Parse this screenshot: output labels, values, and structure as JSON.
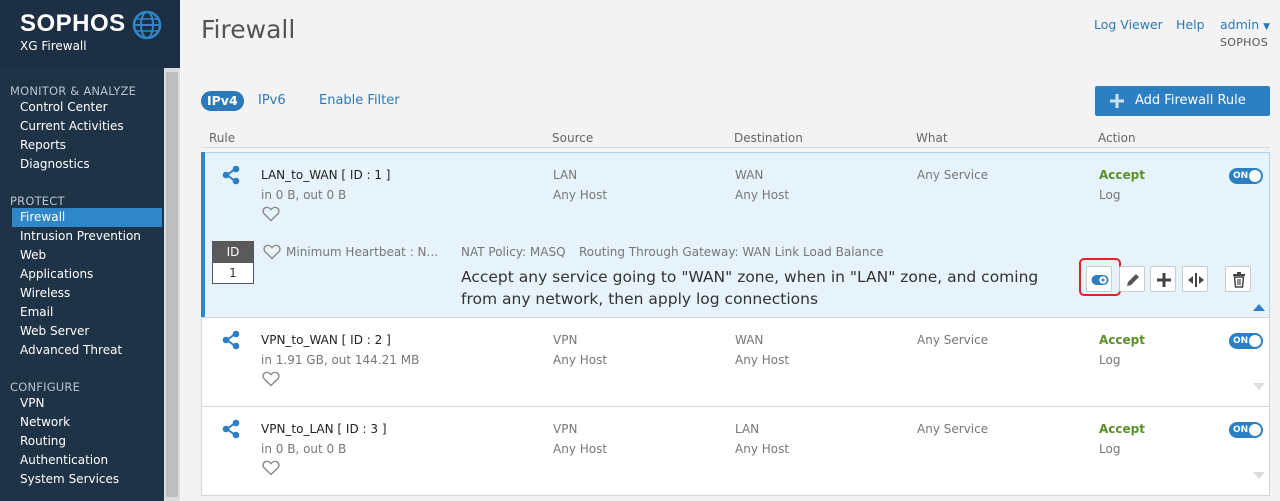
{
  "brand": {
    "name": "SOPHOS",
    "product": "XG Firewall"
  },
  "nav": {
    "sections": [
      {
        "title": "MONITOR & ANALYZE",
        "items": [
          "Control Center",
          "Current Activities",
          "Reports",
          "Diagnostics"
        ]
      },
      {
        "title": "PROTECT",
        "items": [
          "Firewall",
          "Intrusion Prevention",
          "Web",
          "Applications",
          "Wireless",
          "Email",
          "Web Server",
          "Advanced Threat"
        ]
      },
      {
        "title": "CONFIGURE",
        "items": [
          "VPN",
          "Network",
          "Routing",
          "Authentication",
          "System Services"
        ]
      }
    ],
    "active": "Firewall"
  },
  "header": {
    "title": "Firewall",
    "links": {
      "log_viewer": "Log Viewer",
      "help": "Help",
      "user": "admin"
    },
    "org": "SOPHOS"
  },
  "tabs": {
    "ipv4": "IPv4",
    "ipv6": "IPv6",
    "filter": "Enable Filter"
  },
  "add_button": "Add Firewall Rule",
  "columns": {
    "rule": "Rule",
    "source": "Source",
    "destination": "Destination",
    "what": "What",
    "action": "Action"
  },
  "rules": [
    {
      "name": "LAN_to_WAN  [ ID : 1 ]",
      "stats": "in 0 B, out 0 B",
      "source_zone": "LAN",
      "source_host": "Any Host",
      "dest_zone": "WAN",
      "dest_host": "Any Host",
      "what": "Any Service",
      "action": "Accept",
      "log": "Log",
      "toggle": "ON",
      "expanded": true,
      "id_label": "ID",
      "id_value": "1",
      "heartbeat": "Minimum Heartbeat : N...",
      "nat_policy": "NAT Policy: MASQ",
      "routing": "Routing Through Gateway: WAN Link Load Balance",
      "description_line1": "Accept any service going to \"WAN\" zone, when in \"LAN\" zone, and coming",
      "description_line2": "from any network, then apply log connections"
    },
    {
      "name": "VPN_to_WAN  [ ID : 2 ]",
      "stats": "in 1.91 GB, out 144.21 MB",
      "source_zone": "VPN",
      "source_host": "Any Host",
      "dest_zone": "WAN",
      "dest_host": "Any Host",
      "what": "Any Service",
      "action": "Accept",
      "log": "Log",
      "toggle": "ON"
    },
    {
      "name": "VPN_to_LAN  [ ID : 3 ]",
      "stats": "in 0 B, out 0 B",
      "source_zone": "VPN",
      "source_host": "Any Host",
      "dest_zone": "LAN",
      "dest_host": "Any Host",
      "what": "Any Service",
      "action": "Accept",
      "log": "Log",
      "toggle": "ON"
    }
  ],
  "colors": {
    "accent": "#2b7fc2",
    "sidebar": "#1d2f44",
    "accept": "#5a8f2b",
    "highlight": "#d9262a"
  }
}
